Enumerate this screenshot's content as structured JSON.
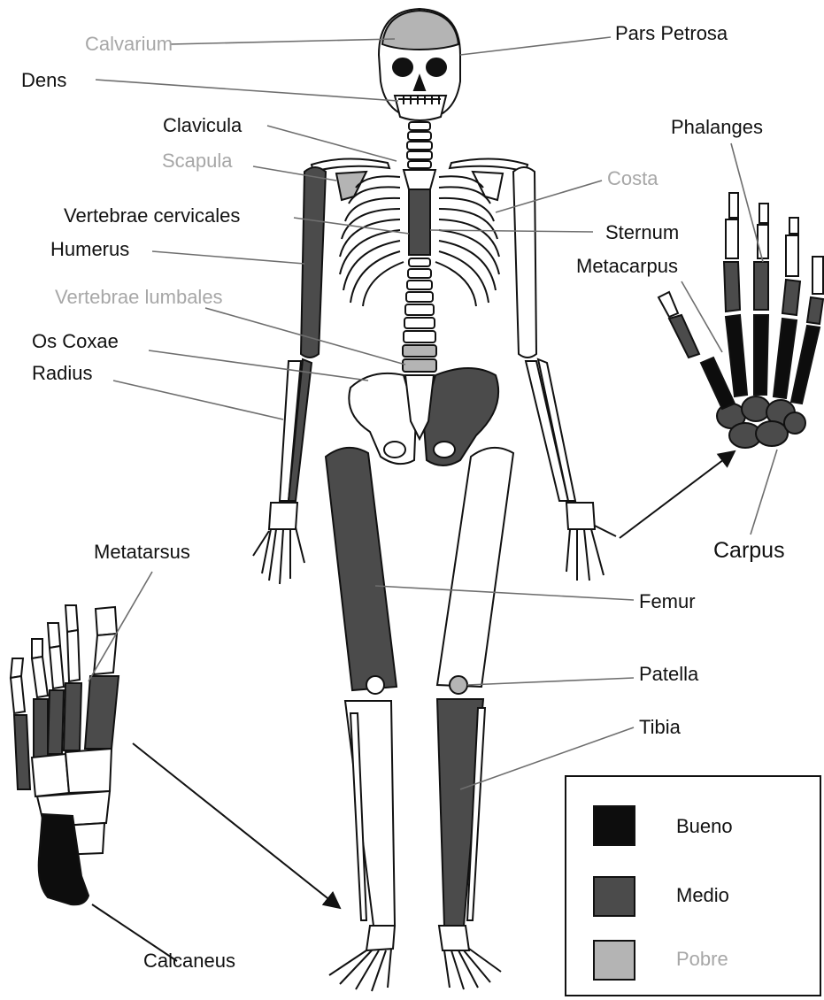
{
  "colors": {
    "good": "#0d0d0d",
    "medium": "#4b4b4b",
    "poor": "#b4b4b4",
    "bone_outline": "#111111",
    "leader_line": "#6e6e6e"
  },
  "labels": {
    "calvarium": "Calvarium",
    "pars_petrosa": "Pars Petrosa",
    "dens": "Dens",
    "clavicula": "Clavicula",
    "phalanges": "Phalanges",
    "scapula": "Scapula",
    "costa": "Costa",
    "vertebrae_cervicales": "Vertebrae cervicales",
    "sternum": "Sternum",
    "humerus": "Humerus",
    "metacarpus": "Metacarpus",
    "vertebrae_lumbales": "Vertebrae lumbales",
    "os_coxae": "Os Coxae",
    "radius": "Radius",
    "carpus": "Carpus",
    "metatarsus": "Metatarsus",
    "femur": "Femur",
    "patella": "Patella",
    "tibia": "Tibia",
    "calcaneus": "Calcaneus"
  },
  "legend": {
    "items": [
      {
        "label": "Bueno",
        "level": "good"
      },
      {
        "label": "Medio",
        "level": "medium"
      },
      {
        "label": "Pobre",
        "level": "poor"
      }
    ]
  }
}
